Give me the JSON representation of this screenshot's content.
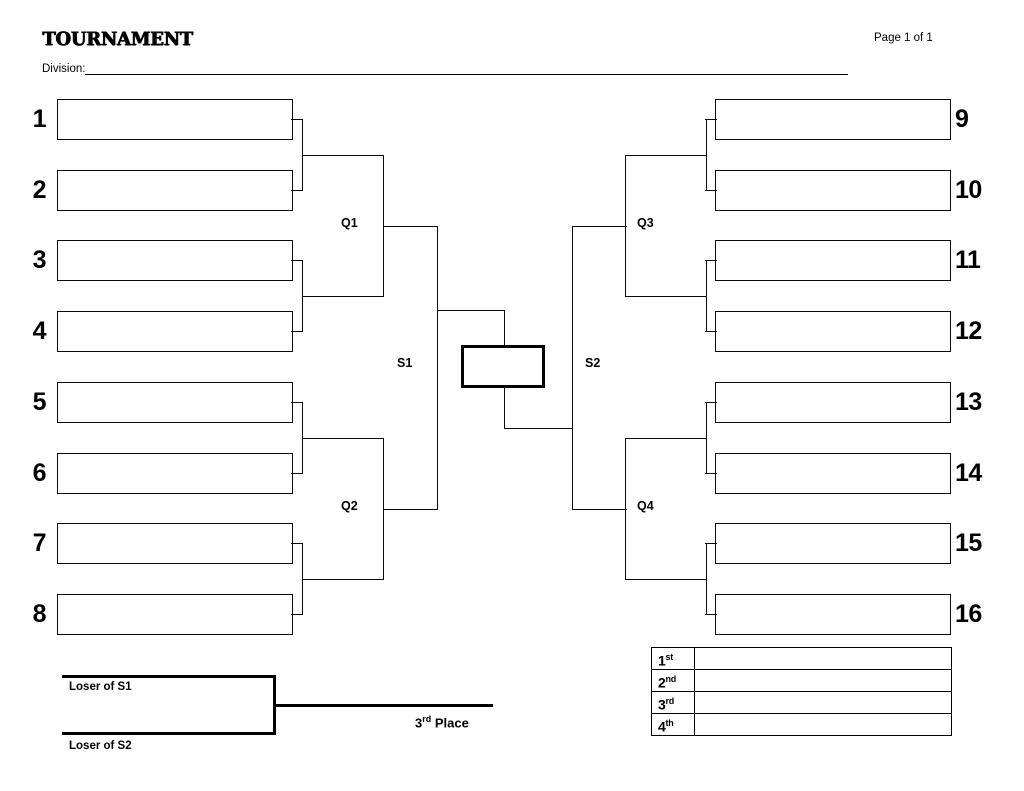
{
  "header": {
    "title": "TOURNAMENT",
    "page_indicator": "Page 1 of 1",
    "division_label": "Division:",
    "division_value": ""
  },
  "bracket": {
    "type": "single-elimination",
    "size": 16,
    "left_seeds": [
      "1",
      "2",
      "3",
      "4",
      "5",
      "6",
      "7",
      "8"
    ],
    "right_seeds": [
      "9",
      "10",
      "11",
      "12",
      "13",
      "14",
      "15",
      "16"
    ],
    "round_labels": {
      "q1": "Q1",
      "q2": "Q2",
      "q3": "Q3",
      "q4": "Q4",
      "s1": "S1",
      "s2": "S2"
    },
    "slot_values": {
      "s1": "",
      "s2": "",
      "s3": "",
      "s4": "",
      "s5": "",
      "s6": "",
      "s7": "",
      "s8": "",
      "s9": "",
      "s10": "",
      "s11": "",
      "s12": "",
      "s13": "",
      "s14": "",
      "s15": "",
      "s16": ""
    },
    "final_value": ""
  },
  "consolation": {
    "top_label": "Loser of S1",
    "bottom_label": "Loser of S2",
    "result_label": "3rd Place",
    "result_ordinal_base": "3",
    "result_ordinal_sup": "rd",
    "result_ordinal_word": " Place",
    "top_value": "",
    "bottom_value": "",
    "winner_value": ""
  },
  "placements": {
    "rows": [
      {
        "base": "1",
        "sup": "st",
        "value": ""
      },
      {
        "base": "2",
        "sup": "nd",
        "value": ""
      },
      {
        "base": "3",
        "sup": "rd",
        "value": ""
      },
      {
        "base": "4",
        "sup": "th",
        "value": ""
      }
    ]
  },
  "colors": {
    "ink": "#000000",
    "paper": "#ffffff"
  }
}
